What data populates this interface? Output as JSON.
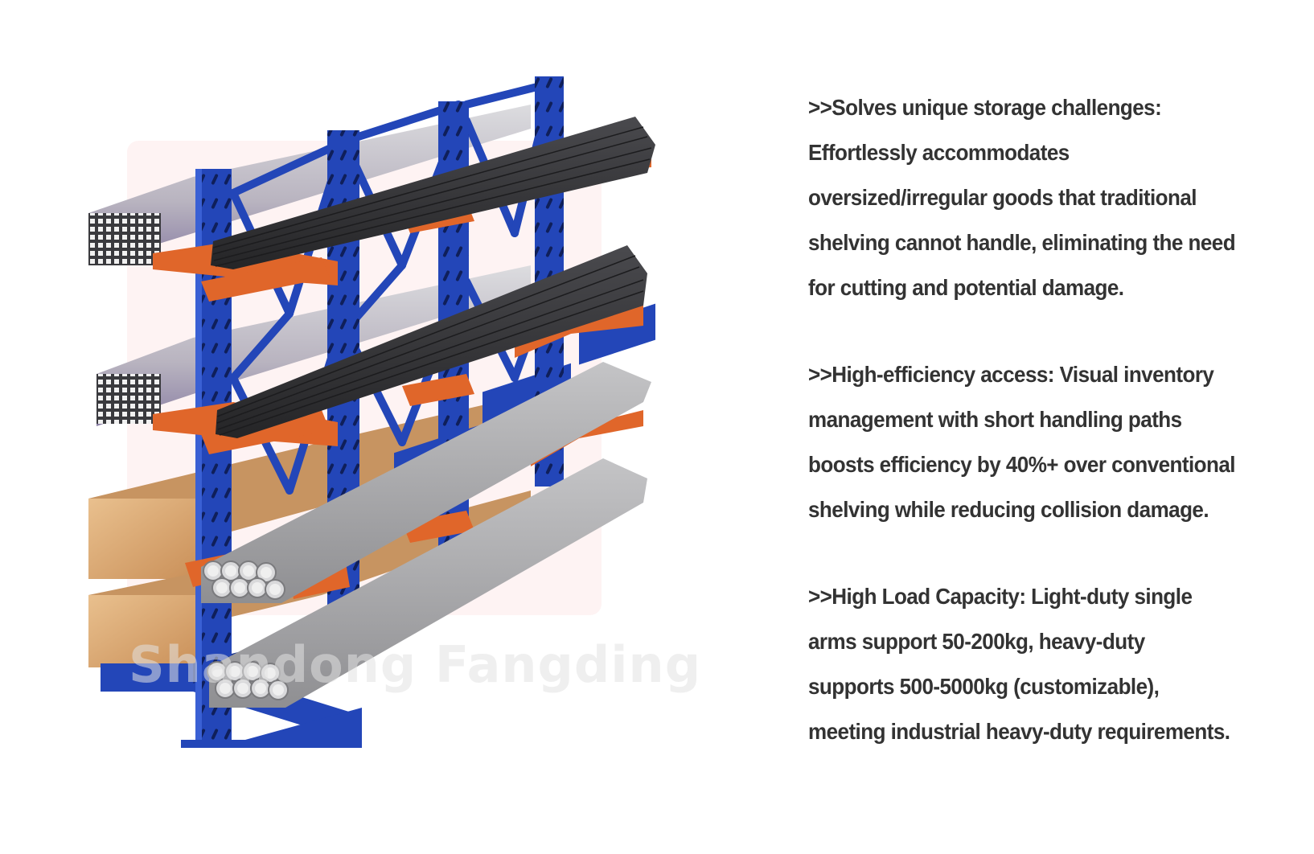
{
  "illustration": {
    "subject": "cantilever storage rack",
    "watermark": "Shandong Fangding",
    "colors": {
      "upright_blue": "#2346b8",
      "arm_orange": "#e0662a",
      "dark_bars": "#333336",
      "steel_pipes": "#a9a9ab",
      "timber": "#d9a570",
      "steel_tube": "#c9c9cc"
    }
  },
  "features": [
    {
      "lines": [
        ">>Solves unique storage challenges:",
        "Effortlessly accommodates",
        "oversized/irregular goods that traditional",
        "shelving cannot handle, eliminating the need",
        "for cutting and potential damage."
      ]
    },
    {
      "lines": [
        ">>High-efficiency access: Visual inventory",
        "management with short handling paths",
        "boosts efficiency by 40%+ over conventional",
        "shelving while reducing collision damage."
      ]
    },
    {
      "lines": [
        ">>High Load Capacity: Light-duty single",
        "arms support 50-200kg, heavy-duty",
        "supports 500-5000kg (customizable),",
        "meeting industrial heavy-duty requirements."
      ]
    }
  ],
  "text_color": "#333333"
}
